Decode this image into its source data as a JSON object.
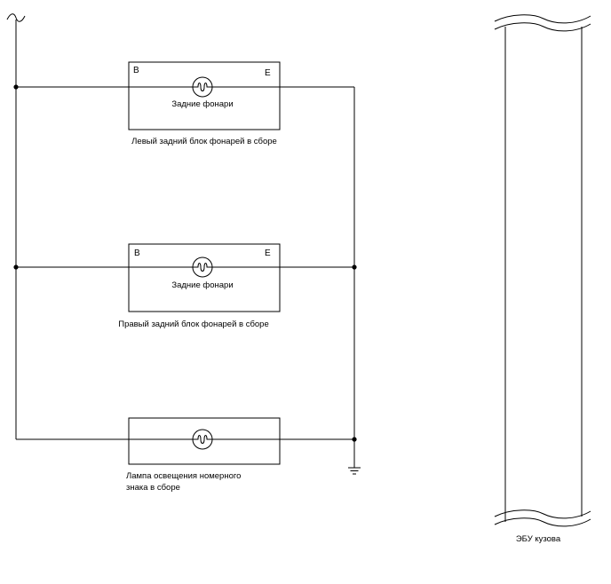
{
  "components": [
    {
      "id": "left",
      "pin_left": "B",
      "pin_right": "E",
      "inner_label": "Задние фонари",
      "caption": [
        "Левый задний блок фонарей в сборе"
      ]
    },
    {
      "id": "right",
      "pin_left": "B",
      "pin_right": "E",
      "inner_label": "Задние фонари",
      "caption": [
        "Правый задний блок фонарей в сборе"
      ]
    },
    {
      "id": "plate",
      "caption": [
        "Лампа освещения номерного",
        "знака в сборе"
      ]
    }
  ],
  "ecu": {
    "caption": "ЭБУ кузова"
  },
  "icons": [
    "bulb-icon",
    "ground-icon",
    "wire-break-icon"
  ],
  "colors": {
    "line": "#000000",
    "background": "#ffffff"
  }
}
